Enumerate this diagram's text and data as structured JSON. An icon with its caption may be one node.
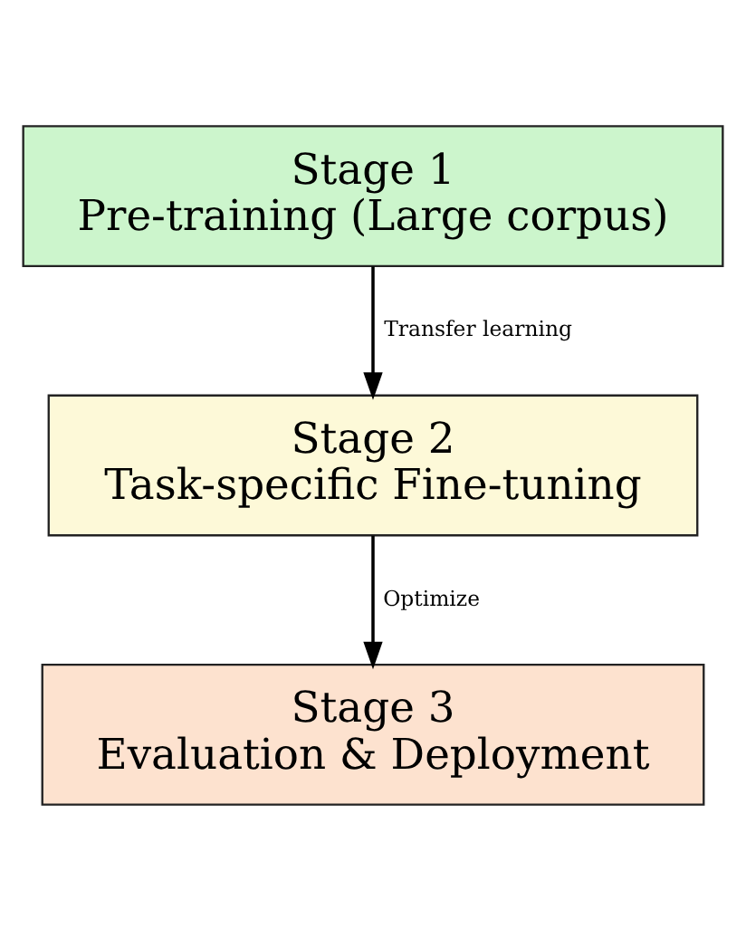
{
  "diagram": {
    "nodes": [
      {
        "text": [
          "Stage 1",
          "Pre-training (Large corpus)"
        ]
      },
      {
        "text": [
          "Stage 2",
          "Task-specific Fine-tuning"
        ]
      },
      {
        "text": [
          "Stage 3",
          "Evaluation & Deployment"
        ]
      }
    ],
    "edges": [
      {
        "from": 0,
        "to": 1,
        "arrow": "to",
        "label": "Transfer learning"
      },
      {
        "from": 1,
        "to": 2,
        "arrow": "to",
        "label": "Optimize"
      }
    ]
  }
}
